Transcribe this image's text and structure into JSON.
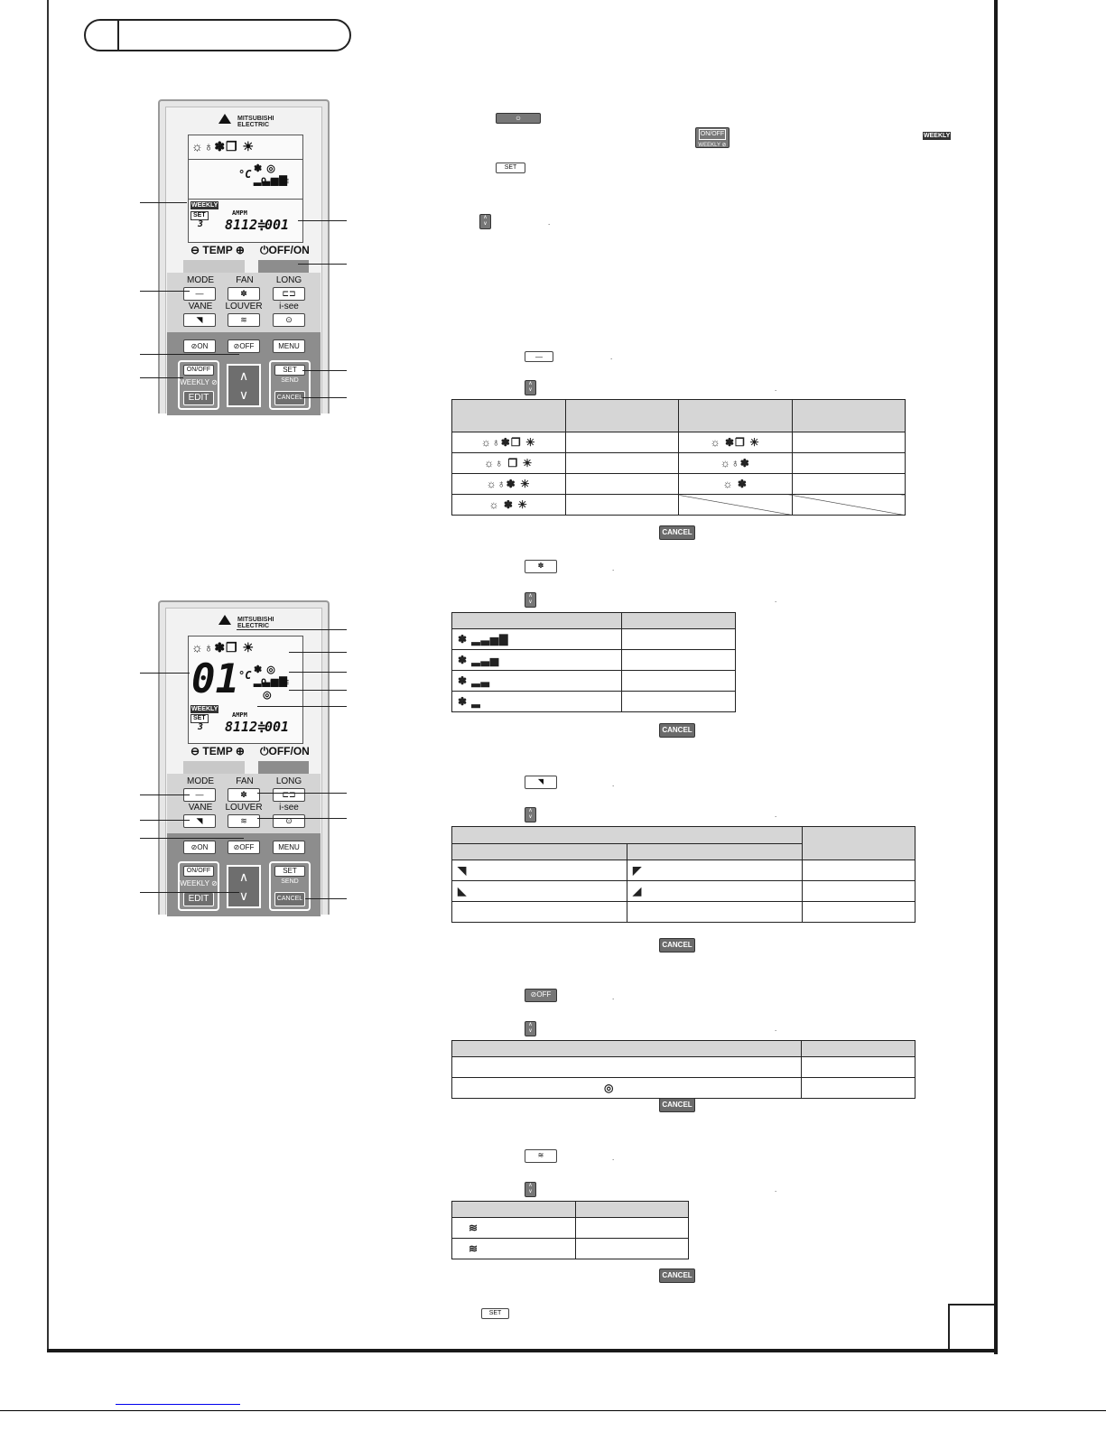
{
  "remote_top": {
    "brand_line1": "MITSUBISHI",
    "brand_line2": "ELECTRIC",
    "lcd_modes": "☼♁✽❐  ☀",
    "degree": "°C",
    "weekly_tag": "WEEKLY",
    "set_tag": "SET",
    "day_number": "3",
    "ampm": "AMPM",
    "time_left": "8112≑",
    "time_right": "001",
    "temp_label": "⊖ TEMP ⊕",
    "offon_label": "⏻OFF/ON",
    "mode_label": "MODE",
    "fan_label": "FAN",
    "long_label": "LONG",
    "vane_label": "VANE",
    "louver_label": "LOUVER",
    "isee_label": "i-see",
    "on_timer": "⊘ON",
    "off_timer": "⊘OFF",
    "menu": "MENU",
    "onoff_small": "ON/OFF",
    "weekly": "WEEKLY ⊘",
    "edit": "EDIT",
    "set": "SET",
    "send": "SEND",
    "cancel": "CANCEL"
  },
  "remote_bottom": {
    "brand_line1": "MITSUBISHI",
    "brand_line2": "ELECTRIC",
    "lcd_modes": "☼♁✽❐  ☀",
    "big_digits": "01",
    "degree": "°C",
    "weekly_tag": "WEEKLY",
    "set_tag": "SET",
    "day_number": "3",
    "ampm": "AMPM",
    "time_left": "8112≑",
    "time_right": "001",
    "temp_label": "⊖ TEMP ⊕",
    "offon_label": "⏻OFF/ON",
    "mode_label": "MODE",
    "fan_label": "FAN",
    "long_label": "LONG",
    "vane_label": "VANE",
    "louver_label": "LOUVER",
    "isee_label": "i-see",
    "on_timer": "⊘ON",
    "off_timer": "⊘OFF",
    "menu": "MENU",
    "onoff_small": "ON/OFF",
    "weekly": "WEEKLY ⊘",
    "edit": "EDIT",
    "set": "SET",
    "send": "SEND",
    "cancel": "CANCEL"
  },
  "right": {
    "onoff_btn": "ON/OFF",
    "weekly_btn": "WEEKLY ⊘",
    "weekly_tag": "WEEKLY",
    "set_btn": "SET",
    "off_btn": "⊘OFF",
    "cancel": "CANCEL",
    "mode_table": [
      [
        "☼♁✽❐ ☀",
        "",
        "☼ ✽❐ ☀",
        ""
      ],
      [
        "☼♁ ❐ ☀",
        "",
        "☼♁✽",
        ""
      ],
      [
        "☼♁✽ ☀",
        "",
        "☼ ✽",
        ""
      ],
      [
        "☼ ✽ ☀",
        "",
        "",
        ""
      ]
    ],
    "fan_table": [
      "✽ ▂▃▅▇",
      "✽ ▂▃▅",
      "✽ ▂▃",
      "✽ ▂"
    ],
    "vane_table": [
      [
        "◥",
        "◤"
      ],
      [
        "◣",
        "◢"
      ],
      [
        "",
        ""
      ]
    ],
    "timer_symbol": "◎",
    "louver_table": [
      "≋",
      "≋"
    ]
  }
}
